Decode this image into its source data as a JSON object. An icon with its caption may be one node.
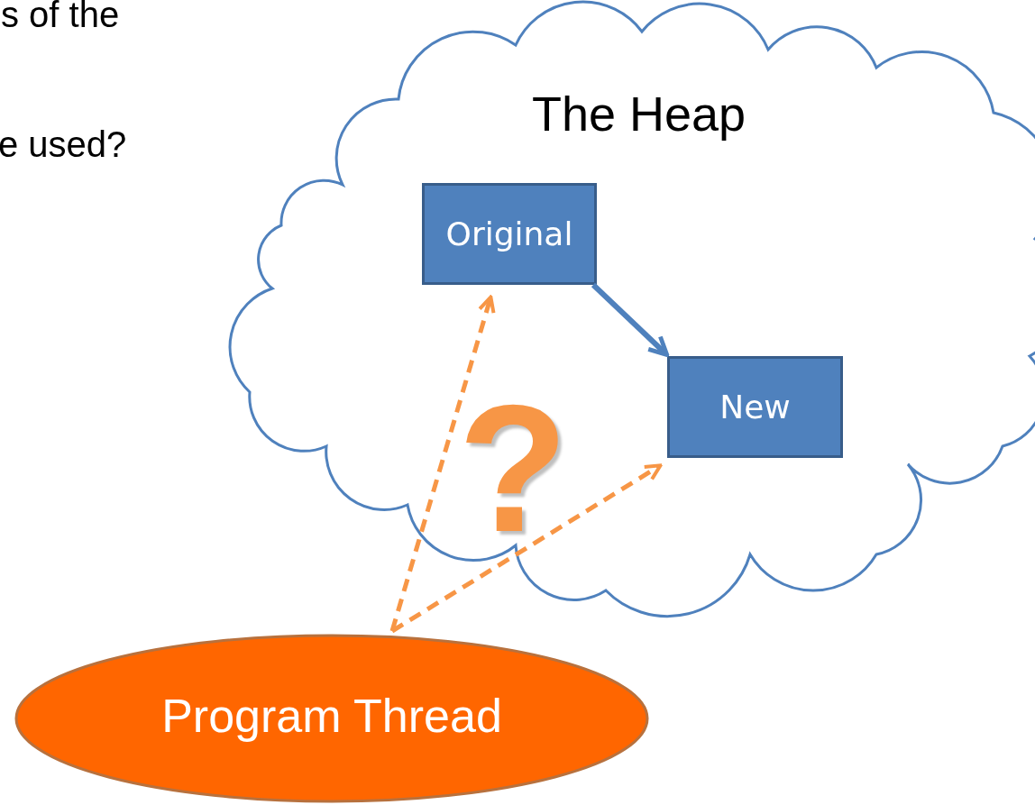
{
  "diagram": {
    "nodes": [
      {
        "text": [
          "The Heap"
        ]
      },
      {
        "text": [
          "Original"
        ],
        "in": 0
      },
      {
        "text": [
          "New"
        ],
        "in": 0
      },
      {
        "text": [
          "Program Thread"
        ]
      }
    ],
    "edges": [
      {
        "from": 1,
        "to": 2,
        "arrow": "to",
        "color": "#4f81bd"
      },
      {
        "from": 3,
        "to": 1,
        "arrow": "to",
        "style": "dashed"
      },
      {
        "from": 3,
        "to": 2,
        "arrow": "to",
        "style": "dashed"
      }
    ],
    "labels": [
      "s of the",
      "e used?",
      "?"
    ]
  }
}
